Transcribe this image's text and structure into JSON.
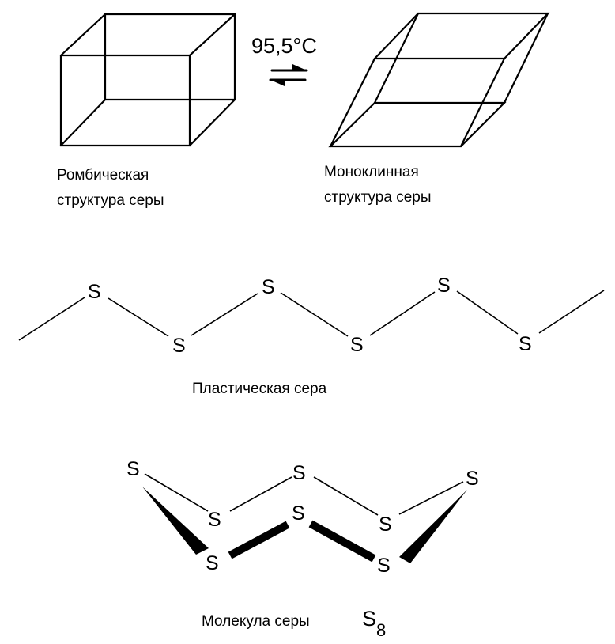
{
  "equilibrium": {
    "temperature": "95,5°C"
  },
  "rhombic": {
    "caption_line1": "Ромбическая",
    "caption_line2": "структура серы"
  },
  "monoclinic": {
    "caption_line1": "Моноклинная",
    "caption_line2": "структура серы"
  },
  "plastic": {
    "atom": "S",
    "atom_count": 6,
    "caption": "Пластическая сера"
  },
  "s8": {
    "atom": "S",
    "atom_count": 8,
    "caption": "Молекула серы",
    "formula_symbol": "S",
    "formula_subscript": "8"
  }
}
